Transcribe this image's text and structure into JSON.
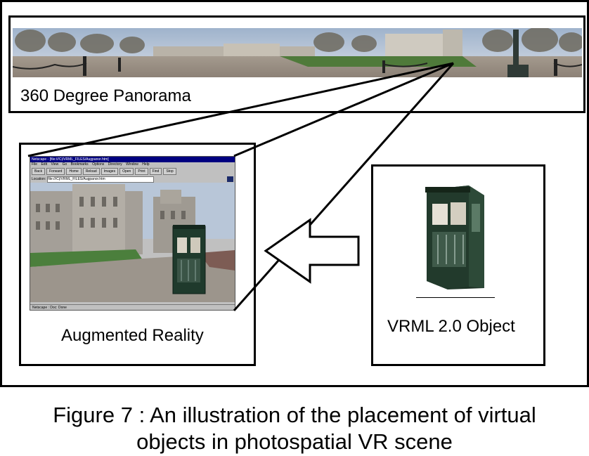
{
  "panorama": {
    "label": "360 Degree Panorama"
  },
  "augmented": {
    "label": "Augmented Reality",
    "browser": {
      "title": "Netscape - [file:///C|/VRML_FILES/Augpanor.htm]",
      "menu": [
        "File",
        "Edit",
        "View",
        "Go",
        "Bookmarks",
        "Options",
        "Directory",
        "Window",
        "Help"
      ],
      "toolbar": [
        "Back",
        "Forward",
        "Home",
        "Reload",
        "Images",
        "Open",
        "Print",
        "Find",
        "Stop"
      ],
      "location_label": "Location:",
      "location_value": "file:///C|/VRML_FILES/Augpanor.htm",
      "status": "Netscape : Doc: Done"
    }
  },
  "vrml": {
    "label": "VRML 2.0 Object"
  },
  "caption": {
    "line1": "Figure 7 : An illustration of the placement of virtual",
    "line2": "objects in photospatial VR scene"
  }
}
